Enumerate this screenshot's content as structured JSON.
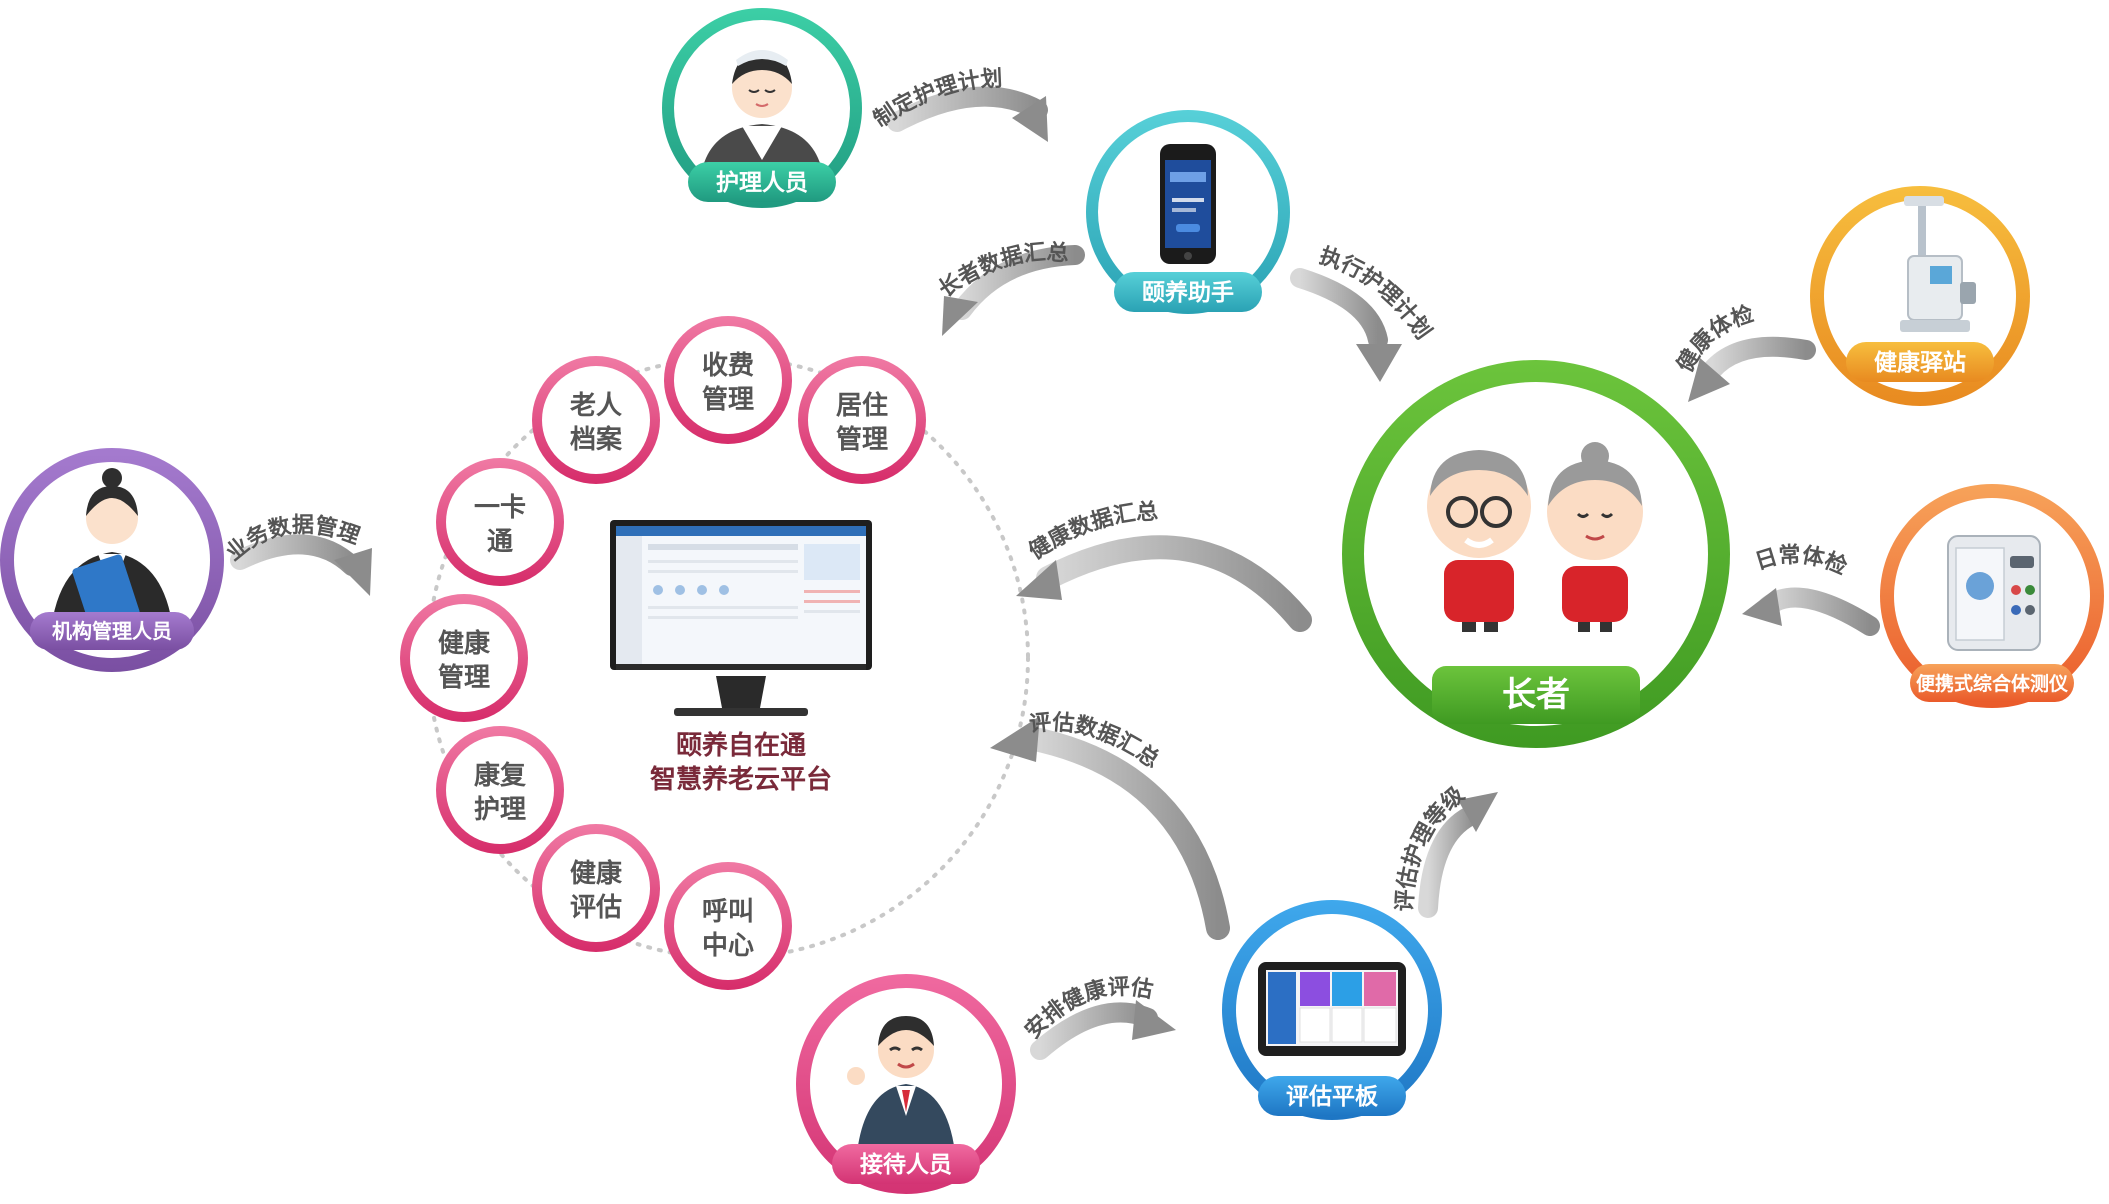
{
  "center": {
    "title_line1": "颐养自在通",
    "title_line2": "智慧养老云平台"
  },
  "modules": [
    {
      "line1": "收费",
      "line2": "管理"
    },
    {
      "line1": "居住",
      "line2": "管理"
    },
    {
      "line1": "老人",
      "line2": "档案"
    },
    {
      "line1": "一卡",
      "line2": "通"
    },
    {
      "line1": "健康",
      "line2": "管理"
    },
    {
      "line1": "康复",
      "line2": "护理"
    },
    {
      "line1": "健康",
      "line2": "评估"
    },
    {
      "line1": "呼叫",
      "line2": "中心"
    }
  ],
  "actors": {
    "nurse": "护理人员",
    "app": "颐养助手",
    "station": "健康驿站",
    "admin": "机构管理人员",
    "device": "便携式综合体测仪",
    "tablet": "评估平板",
    "reception": "接待人员",
    "elder": "长者"
  },
  "flows": {
    "make_plan": "制定护理计划",
    "elder_data": "长者数据汇总",
    "exec_plan": "执行护理计划",
    "health_check": "健康体检",
    "business": "业务数据管理",
    "health_summary": "健康数据汇总",
    "daily_check": "日常体检",
    "assess_summary": "评估数据汇总",
    "assess_grade": "评估护理等级",
    "arrange": "安排健康评估"
  },
  "colors": {
    "nurse": "#2fbf9a",
    "app": "#3fb9c6",
    "station": "#f0a030",
    "admin": "#8f63b8",
    "device": "#f07a3c",
    "tablet": "#2a8fd8",
    "reception": "#e24a86",
    "elder": "#55ad2d",
    "module": "#e0397a",
    "arrow": "#8a8a8a",
    "label": "#555555"
  }
}
